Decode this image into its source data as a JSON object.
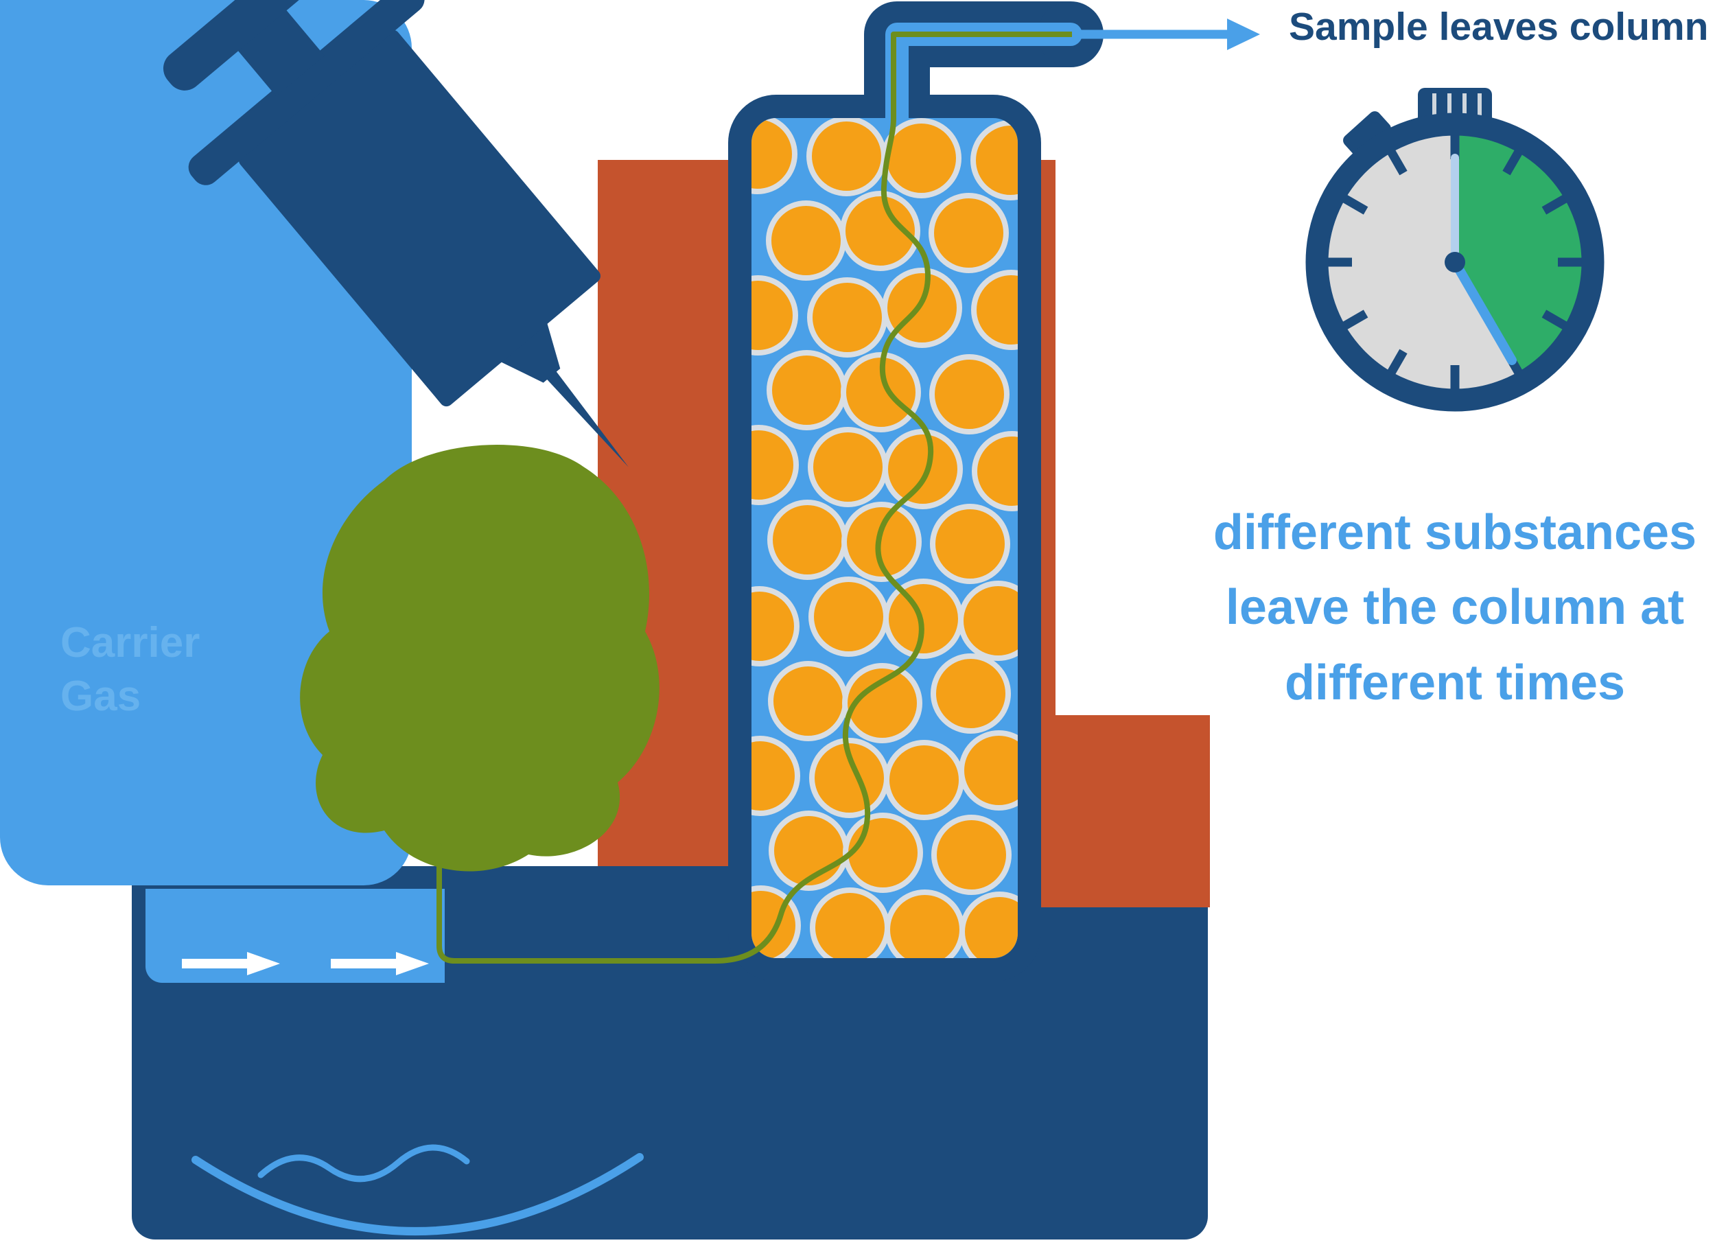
{
  "colors": {
    "light_blue": "#4aa0e8",
    "label_blue": "#66b2ee",
    "pale_blue": "#b3d0ee",
    "navy": "#1c4b7c",
    "rust": "#c5532d",
    "olive": "#6d8e1e",
    "orange": "#f5a017",
    "bead_ring": "#d9dee3",
    "watch_face": "#dadada",
    "watch_green": "#2ead68",
    "arrow_white": "#ffffff"
  },
  "labels": {
    "carrier_gas_line1": "Carrier",
    "carrier_gas_line2": "Gas",
    "sample_leaves_column": "Sample leaves column",
    "caption_line1": "different substances",
    "caption_line2": "leave the column at",
    "caption_line3": "different times"
  },
  "column": {
    "bead_rows": 11,
    "beads_even_row": 4,
    "beads_odd_row": 3
  },
  "stopwatch": {
    "tick_count": 12
  }
}
